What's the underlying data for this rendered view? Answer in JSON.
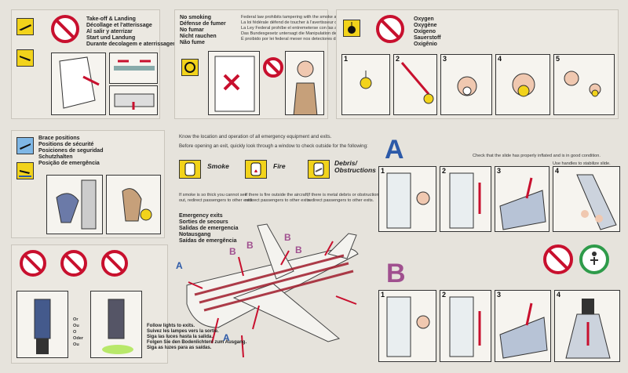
{
  "takeoff": {
    "lines": [
      "Take-off & Landing",
      "Décollage et l'atterissage",
      "Al salir y aterrizar",
      "Start und Landung",
      "Durante decolagem e aterrissagem"
    ]
  },
  "nosmoking": {
    "lines": [
      "No smoking",
      "Défense de fumer",
      "No fumar",
      "Nicht rauchen",
      "Não fume"
    ],
    "law": [
      "Federal law prohibits tampering with the smoke alarms.",
      "La loi fédérale défend de toucher à l'avertisseur de fumée.",
      "La Ley Federal prohíbe el entremeterse con las alarmas de humo.",
      "Das Bundesgesetz untersagt die Manipulation des Rauchalarms.",
      "É proibido por lei federal mexer nos detectores da fumaça."
    ]
  },
  "oxygen": {
    "lines": [
      "Oxygen",
      "Oxygène",
      "Oxígeno",
      "Sauerstoff",
      "Oxigênio"
    ],
    "steps": [
      "1",
      "2",
      "3",
      "4",
      "5"
    ]
  },
  "brace": {
    "lines": [
      "Brace positions",
      "Positions de sécurité",
      "Posiciones de seguridad",
      "Schutzhalten",
      "Posição de emergência"
    ]
  },
  "exits_info": {
    "intro": "Know the location and operation of all emergency equipment and exits.",
    "before": "Before opening an exit, quickly look through a window to check outside for the following:",
    "smoke": {
      "title": "Smoke",
      "text": [
        "If smoke is so thick you cannot see",
        "out, redirect passengers to other exits."
      ]
    },
    "fire": {
      "title": "Fire",
      "text": [
        "If there is fire outside the aircraft,",
        "redirect passengers to other exits."
      ]
    },
    "debris": {
      "title": [
        "Debris/",
        "Obstructions"
      ],
      "text": [
        "If there is metal debris or obstructions,",
        "redirect passengers to other exits."
      ]
    }
  },
  "emergency_exits": {
    "lines": [
      "Emergency exits",
      "Sorties de secours",
      "Salidas de emergencia",
      "Notausgang",
      "Saídas de emergência"
    ],
    "labels": [
      "A",
      "B",
      "B",
      "B",
      "B",
      "A"
    ]
  },
  "exit_a": {
    "letter": "A",
    "check": [
      "Check that the slide has properly inflated and is in good condition.",
      "Use handles to stabilize slide."
    ],
    "steps": [
      "1",
      "2",
      "3",
      "4"
    ]
  },
  "exit_b": {
    "letter": "B",
    "steps": [
      "1",
      "2",
      "3",
      "4"
    ]
  },
  "floor": {
    "or": [
      "Or",
      "Ou",
      "O",
      "Oder",
      "Ou"
    ],
    "follow": [
      "Follow lights to exits.",
      "Suivez les lampes vers la sortie.",
      "Siga las luces hasta la salida.",
      "Folgen Sie den Bodenlichtern zum Ausgang.",
      "Siga as luzes para as saídas."
    ]
  },
  "colors": {
    "no_red": "#c8102e",
    "exit_a": "#2d5aa8",
    "exit_b": "#a0508f",
    "yellow": "#f2d31b",
    "blue": "#7fb7e6"
  }
}
